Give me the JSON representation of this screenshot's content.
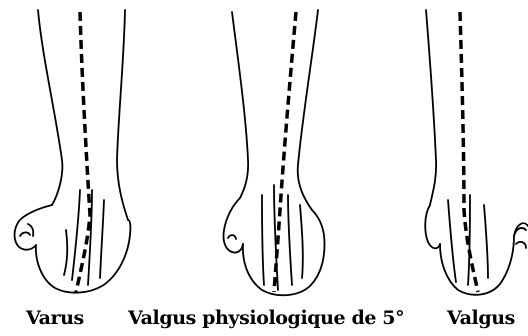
{
  "captions": {
    "left": "Varus",
    "middle": "Valgus physiologique de 5°",
    "right": "Valgus"
  },
  "colors": {
    "line": "#000000",
    "background": "#ffffff"
  }
}
